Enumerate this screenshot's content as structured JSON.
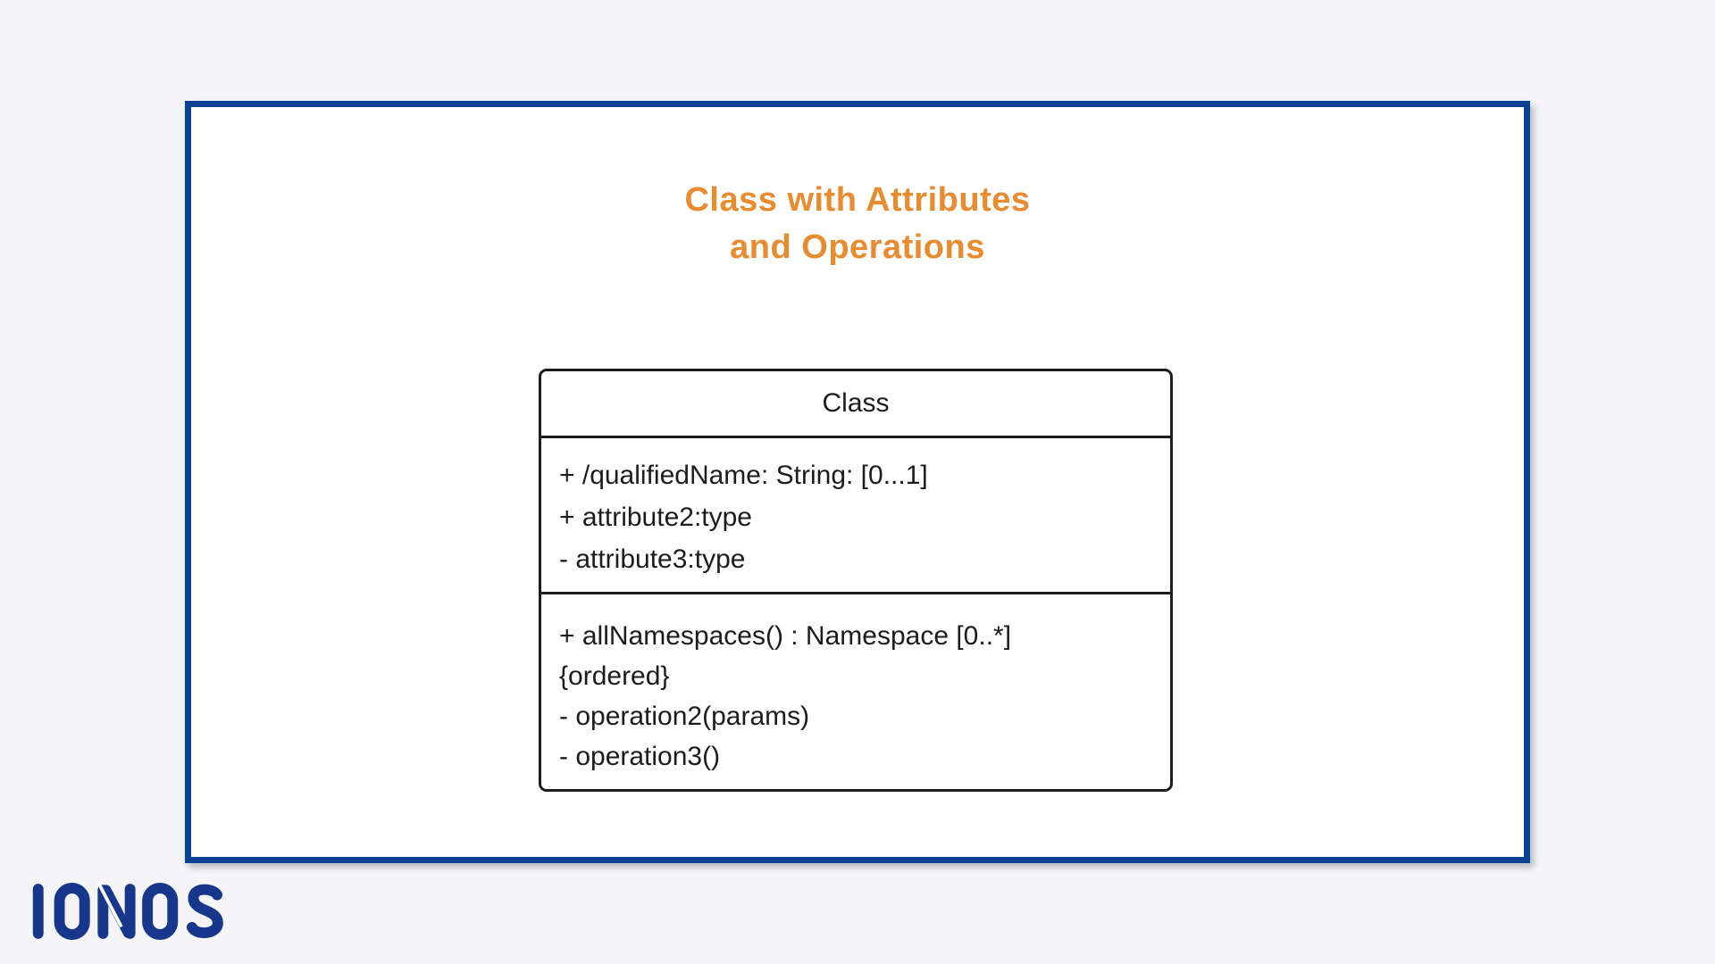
{
  "page": {
    "background_color": "#f5f5f7"
  },
  "frame": {
    "border_color": "#0a4294",
    "fill_color": "#ffffff"
  },
  "title": {
    "line1": "Class with Attributes",
    "line2": "and Operations",
    "color": "#e98b2f"
  },
  "uml_class": {
    "name": "Class",
    "attributes": [
      "+ /qualifiedName: String: [0...1]",
      "+ attribute2:type",
      "- attribute3:type"
    ],
    "operations": [
      "+ allNamespaces() : Namespace [0..*]",
      "{ordered}",
      "- operation2(params)",
      "- operation3()"
    ],
    "border_color": "#1c1c1c"
  },
  "logo": {
    "text": "IONOS",
    "color": "#17378c"
  }
}
